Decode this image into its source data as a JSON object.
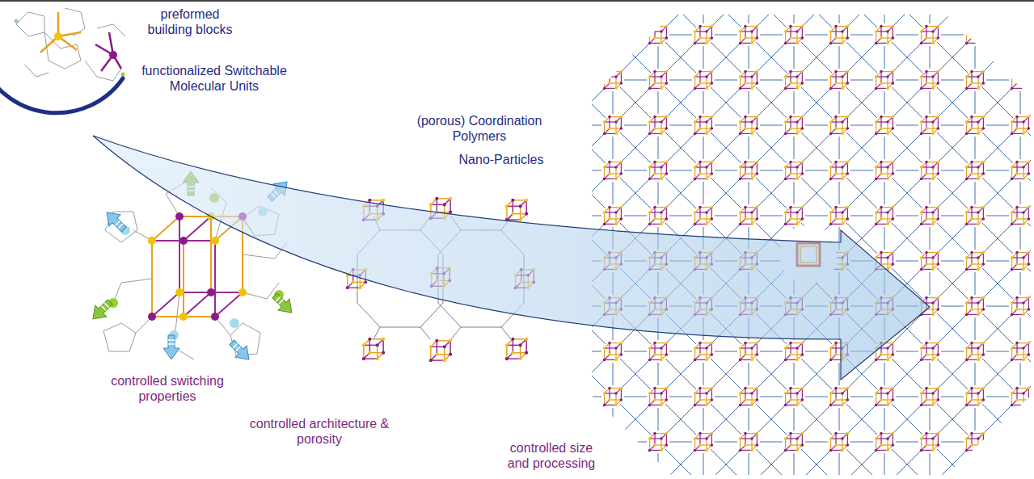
{
  "diagram": {
    "labels": [
      "preformed building blocks",
      "functionalized Switchable Molecular Units",
      "(porous) Coordination Polymers",
      "Nano-Particles",
      "controlled switching properties",
      "controlled architecture & porosity",
      "controlled size and processing"
    ]
  }
}
